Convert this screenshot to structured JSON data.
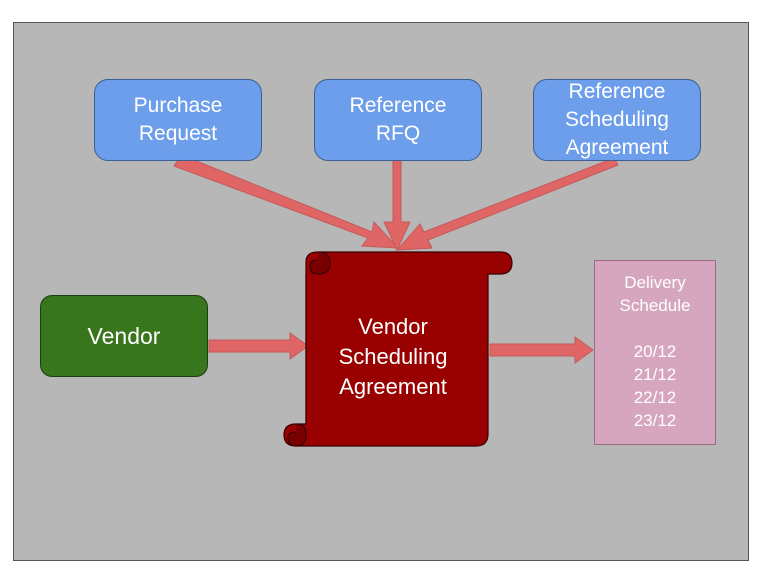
{
  "colors": {
    "background": "#b7b7b7",
    "source_box": "#6d9eeb",
    "vendor_box": "#38761d",
    "agreement_scroll": "#990000",
    "schedule_box": "#d5a6bd",
    "arrow": "#e06666"
  },
  "sources": [
    {
      "line1": "Purchase",
      "line2": "Request"
    },
    {
      "line1": "Reference",
      "line2": "RFQ"
    },
    {
      "line1": "Reference",
      "line2": "Scheduling",
      "line3": "Agreement"
    }
  ],
  "vendor": {
    "label": "Vendor"
  },
  "agreement": {
    "line1": "Vendor",
    "line2": "Scheduling",
    "line3": "Agreement"
  },
  "schedule": {
    "title1": "Delivery",
    "title2": "Schedule",
    "dates": [
      "20/12",
      "21/12",
      "22/12",
      "23/12"
    ]
  }
}
